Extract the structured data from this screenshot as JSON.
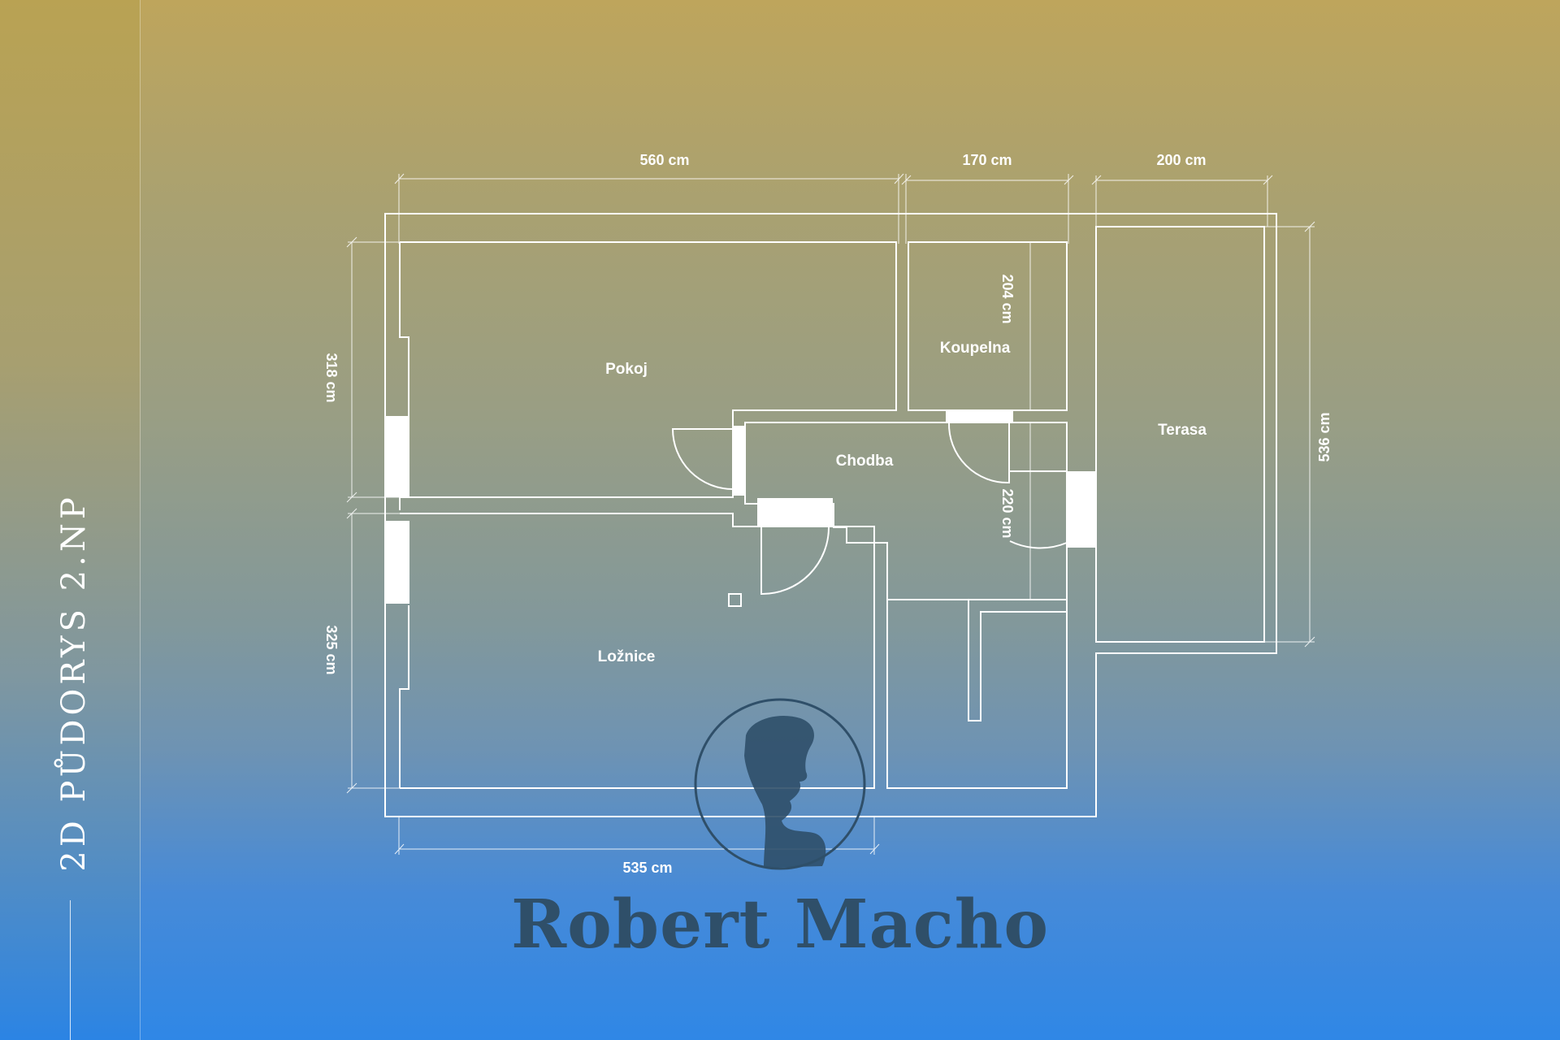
{
  "side": {
    "title": "2D PŮDORYS 2.NP"
  },
  "rooms": {
    "pokoj": "Pokoj",
    "koupelna": "Koupelna",
    "chodba": "Chodba",
    "terasa": "Terasa",
    "loznice": "Ložnice"
  },
  "dimensions": {
    "top_left": "560 cm",
    "top_middle": "170 cm",
    "top_right": "200 cm",
    "left_upper": "318 cm",
    "left_lower": "325 cm",
    "right": "536 cm",
    "bottom": "535 cm",
    "koupelna_height": "204 cm",
    "chodba_height": "220 cm"
  },
  "brand": {
    "name": "Robert Macho"
  },
  "colors": {
    "walls": "#ffffff",
    "brand": "#2f4f69"
  }
}
